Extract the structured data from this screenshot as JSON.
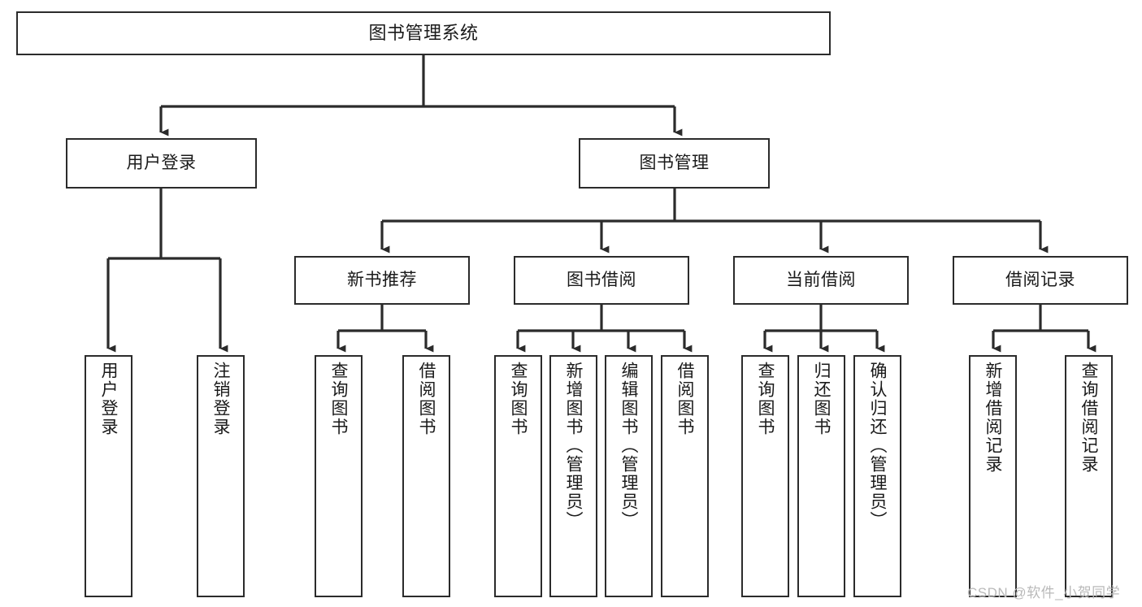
{
  "diagram": {
    "title": "图书管理系统",
    "type": "hierarchy-tree",
    "orientation": "top-down",
    "box_fill": "#ffffff",
    "box_stroke": "#2b2b2b",
    "connector_color": "#2b2b2b",
    "nodes": {
      "root": {
        "label": "图书管理系统",
        "level": 1,
        "text_direction": "horizontal"
      },
      "user_login": {
        "label": "用户登录",
        "level": 2,
        "text_direction": "horizontal"
      },
      "book_manage": {
        "label": "图书管理",
        "level": 2,
        "text_direction": "horizontal"
      },
      "new_book_rec": {
        "label": "新书推荐",
        "level": 3,
        "text_direction": "horizontal"
      },
      "book_borrow": {
        "label": "图书借阅",
        "level": 3,
        "text_direction": "horizontal"
      },
      "current_borrow": {
        "label": "当前借阅",
        "level": 3,
        "text_direction": "horizontal"
      },
      "borrow_record": {
        "label": "借阅记录",
        "level": 3,
        "text_direction": "horizontal"
      },
      "leaf_user_login": {
        "label": "用户登录",
        "level": 4,
        "text_direction": "vertical"
      },
      "leaf_logout": {
        "label": "注销登录",
        "level": 4,
        "text_direction": "vertical"
      },
      "leaf_query_book_1": {
        "label": "查询图书",
        "level": 4,
        "text_direction": "vertical"
      },
      "leaf_borrow_book_1": {
        "label": "借阅图书",
        "level": 4,
        "text_direction": "vertical"
      },
      "leaf_query_book_2": {
        "label": "查询图书",
        "level": 4,
        "text_direction": "vertical"
      },
      "leaf_add_book": {
        "label": "新增图书（管理员）",
        "level": 4,
        "text_direction": "vertical"
      },
      "leaf_edit_book": {
        "label": "编辑图书（管理员）",
        "level": 4,
        "text_direction": "vertical"
      },
      "leaf_borrow_book_2": {
        "label": "借阅图书",
        "level": 4,
        "text_direction": "vertical"
      },
      "leaf_query_book_3": {
        "label": "查询图书",
        "level": 4,
        "text_direction": "vertical"
      },
      "leaf_return_book": {
        "label": "归还图书",
        "level": 4,
        "text_direction": "vertical"
      },
      "leaf_confirm_return": {
        "label": "确认归还（管理员）",
        "level": 4,
        "text_direction": "vertical"
      },
      "leaf_add_record": {
        "label": "新增借阅记录",
        "level": 4,
        "text_direction": "vertical"
      },
      "leaf_query_record": {
        "label": "查询借阅记录",
        "level": 4,
        "text_direction": "vertical"
      }
    },
    "edges": [
      {
        "from": "root",
        "to": "user_login"
      },
      {
        "from": "root",
        "to": "book_manage"
      },
      {
        "from": "book_manage",
        "to": "new_book_rec"
      },
      {
        "from": "book_manage",
        "to": "book_borrow"
      },
      {
        "from": "book_manage",
        "to": "current_borrow"
      },
      {
        "from": "book_manage",
        "to": "borrow_record"
      },
      {
        "from": "user_login",
        "to": "leaf_user_login"
      },
      {
        "from": "user_login",
        "to": "leaf_logout"
      },
      {
        "from": "new_book_rec",
        "to": "leaf_query_book_1"
      },
      {
        "from": "new_book_rec",
        "to": "leaf_borrow_book_1"
      },
      {
        "from": "book_borrow",
        "to": "leaf_query_book_2"
      },
      {
        "from": "book_borrow",
        "to": "leaf_add_book"
      },
      {
        "from": "book_borrow",
        "to": "leaf_edit_book"
      },
      {
        "from": "book_borrow",
        "to": "leaf_borrow_book_2"
      },
      {
        "from": "current_borrow",
        "to": "leaf_query_book_3"
      },
      {
        "from": "current_borrow",
        "to": "leaf_return_book"
      },
      {
        "from": "current_borrow",
        "to": "leaf_confirm_return"
      },
      {
        "from": "borrow_record",
        "to": "leaf_add_record"
      },
      {
        "from": "borrow_record",
        "to": "leaf_query_record"
      }
    ]
  },
  "watermark": {
    "text": "CSDN @软件_小贺同学",
    "color": "#b9b9b9"
  }
}
